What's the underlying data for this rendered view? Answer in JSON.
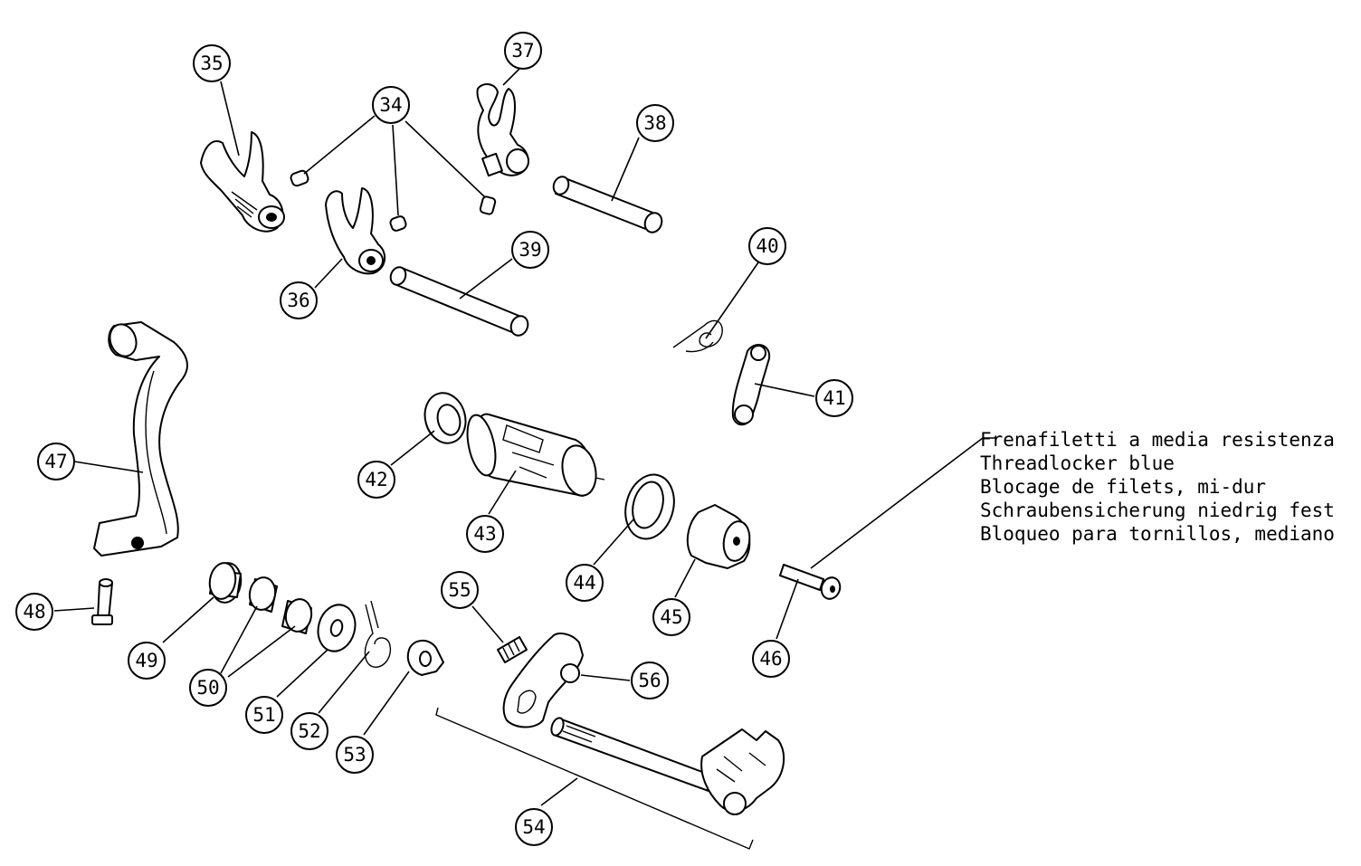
{
  "callouts": [
    {
      "id": "35",
      "label": "35"
    },
    {
      "id": "34",
      "label": "34"
    },
    {
      "id": "37",
      "label": "37"
    },
    {
      "id": "38",
      "label": "38"
    },
    {
      "id": "36",
      "label": "36"
    },
    {
      "id": "39",
      "label": "39"
    },
    {
      "id": "40",
      "label": "40"
    },
    {
      "id": "41",
      "label": "41"
    },
    {
      "id": "42",
      "label": "42"
    },
    {
      "id": "43",
      "label": "43"
    },
    {
      "id": "44",
      "label": "44"
    },
    {
      "id": "45",
      "label": "45"
    },
    {
      "id": "46",
      "label": "46"
    },
    {
      "id": "47",
      "label": "47"
    },
    {
      "id": "48",
      "label": "48"
    },
    {
      "id": "49",
      "label": "49"
    },
    {
      "id": "50",
      "label": "50"
    },
    {
      "id": "51",
      "label": "51"
    },
    {
      "id": "52",
      "label": "52"
    },
    {
      "id": "53",
      "label": "53"
    },
    {
      "id": "54",
      "label": "54"
    },
    {
      "id": "55",
      "label": "55"
    },
    {
      "id": "56",
      "label": "56"
    }
  ],
  "note": {
    "lines": [
      "Frenafiletti a media resistenza",
      "Threadlocker blue",
      "Blocage de filets, mi-dur",
      "Schraubensicherung niedrig fest",
      "Bloqueo para tornillos, mediano"
    ]
  }
}
